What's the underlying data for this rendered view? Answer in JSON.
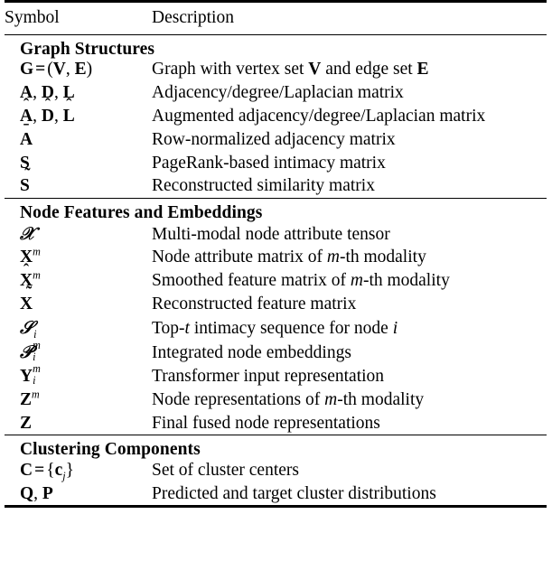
{
  "table": {
    "columns": [
      "Symbol",
      "Description"
    ],
    "sections": [
      {
        "title": "Graph Structures",
        "rows": [
          {
            "symbol_text": "G = (V, E)",
            "description": "Graph with vertex set V and edge set E"
          },
          {
            "symbol_text": "A, D, L",
            "description": "Adjacency/degree/Laplacian matrix"
          },
          {
            "symbol_text": "Â, D̂, L̂",
            "description": "Augmented adjacency/degree/Laplacian matrix"
          },
          {
            "symbol_text": "Ā",
            "description": "Row-normalized adjacency matrix"
          },
          {
            "symbol_text": "S",
            "description": "PageRank-based intimacy matrix"
          },
          {
            "symbol_text": "S̃",
            "description": "Reconstructed similarity matrix"
          }
        ]
      },
      {
        "title": "Node Features and Embeddings",
        "rows": [
          {
            "symbol_text": "𝓧",
            "description": "Multi-modal node attribute tensor"
          },
          {
            "symbol_text": "X^m",
            "description": "Node attribute matrix of m-th modality"
          },
          {
            "symbol_text": "X̂^m",
            "description": "Smoothed feature matrix of m-th modality"
          },
          {
            "symbol_text": "X̃",
            "description": "Reconstructed feature matrix"
          },
          {
            "symbol_text": "𝓢_i",
            "description": "Top-t intimacy sequence for node i"
          },
          {
            "symbol_text": "𝓨_i^m",
            "description": "Integrated node embeddings"
          },
          {
            "symbol_text": "Y_i^m",
            "description": "Transformer input representation"
          },
          {
            "symbol_text": "Z^m",
            "description": "Node representations of m-th modality"
          },
          {
            "symbol_text": "Z",
            "description": "Final fused node representations"
          }
        ]
      },
      {
        "title": "Clustering Components",
        "rows": [
          {
            "symbol_text": "C = {c_j}",
            "description": "Set of cluster centers"
          },
          {
            "symbol_text": "Q, P",
            "description": "Predicted and target cluster distributions"
          }
        ]
      }
    ]
  },
  "desc_parts": {
    "graph_with": "Graph with vertex set ",
    "and_edge_set": " and edge set ",
    "adjacency": "Adjacency/degree/Laplacian matrix",
    "augmented": "Augmented adjacency/degree/Laplacian matrix",
    "row_norm": "Row-normalized adjacency matrix",
    "pagerank": "PageRank-based intimacy matrix",
    "recon_sim": "Reconstructed similarity matrix",
    "multimodal": "Multi-modal node attribute tensor",
    "node_attr_pre": "Node attribute matrix of ",
    "th_modality": "-th modality",
    "smoothed_pre": "Smoothed feature matrix of ",
    "recon_feat": "Reconstructed feature matrix",
    "top_pre": "Top-",
    "top_post": " intimacy sequence for node ",
    "integrated": "Integrated node embeddings",
    "transformer": "Transformer input representation",
    "node_rep_pre": "Node representations of ",
    "final_fused": "Final fused node representations",
    "cluster_centers": "Set of cluster centers",
    "predicted_target": "Predicted and target cluster distributions"
  },
  "glyphs": {
    "G": "G",
    "V": "V",
    "E": "E",
    "A": "A",
    "D": "D",
    "L": "L",
    "S": "S",
    "X": "X",
    "Y": "Y",
    "Z": "Z",
    "C": "C",
    "c": "c",
    "Q": "Q",
    "P": "P",
    "cal_X": "𝓧",
    "cal_S": "𝓢",
    "cal_Y": "𝓨",
    "hat": "^",
    "bar": "‾",
    "tilde": "~",
    "eq": "=",
    "comma": ",",
    "lparen": "(",
    "rparen": ")",
    "lbrace": "{",
    "rbrace": "}",
    "m": "m",
    "i": "i",
    "j": "j",
    "t": "t"
  }
}
